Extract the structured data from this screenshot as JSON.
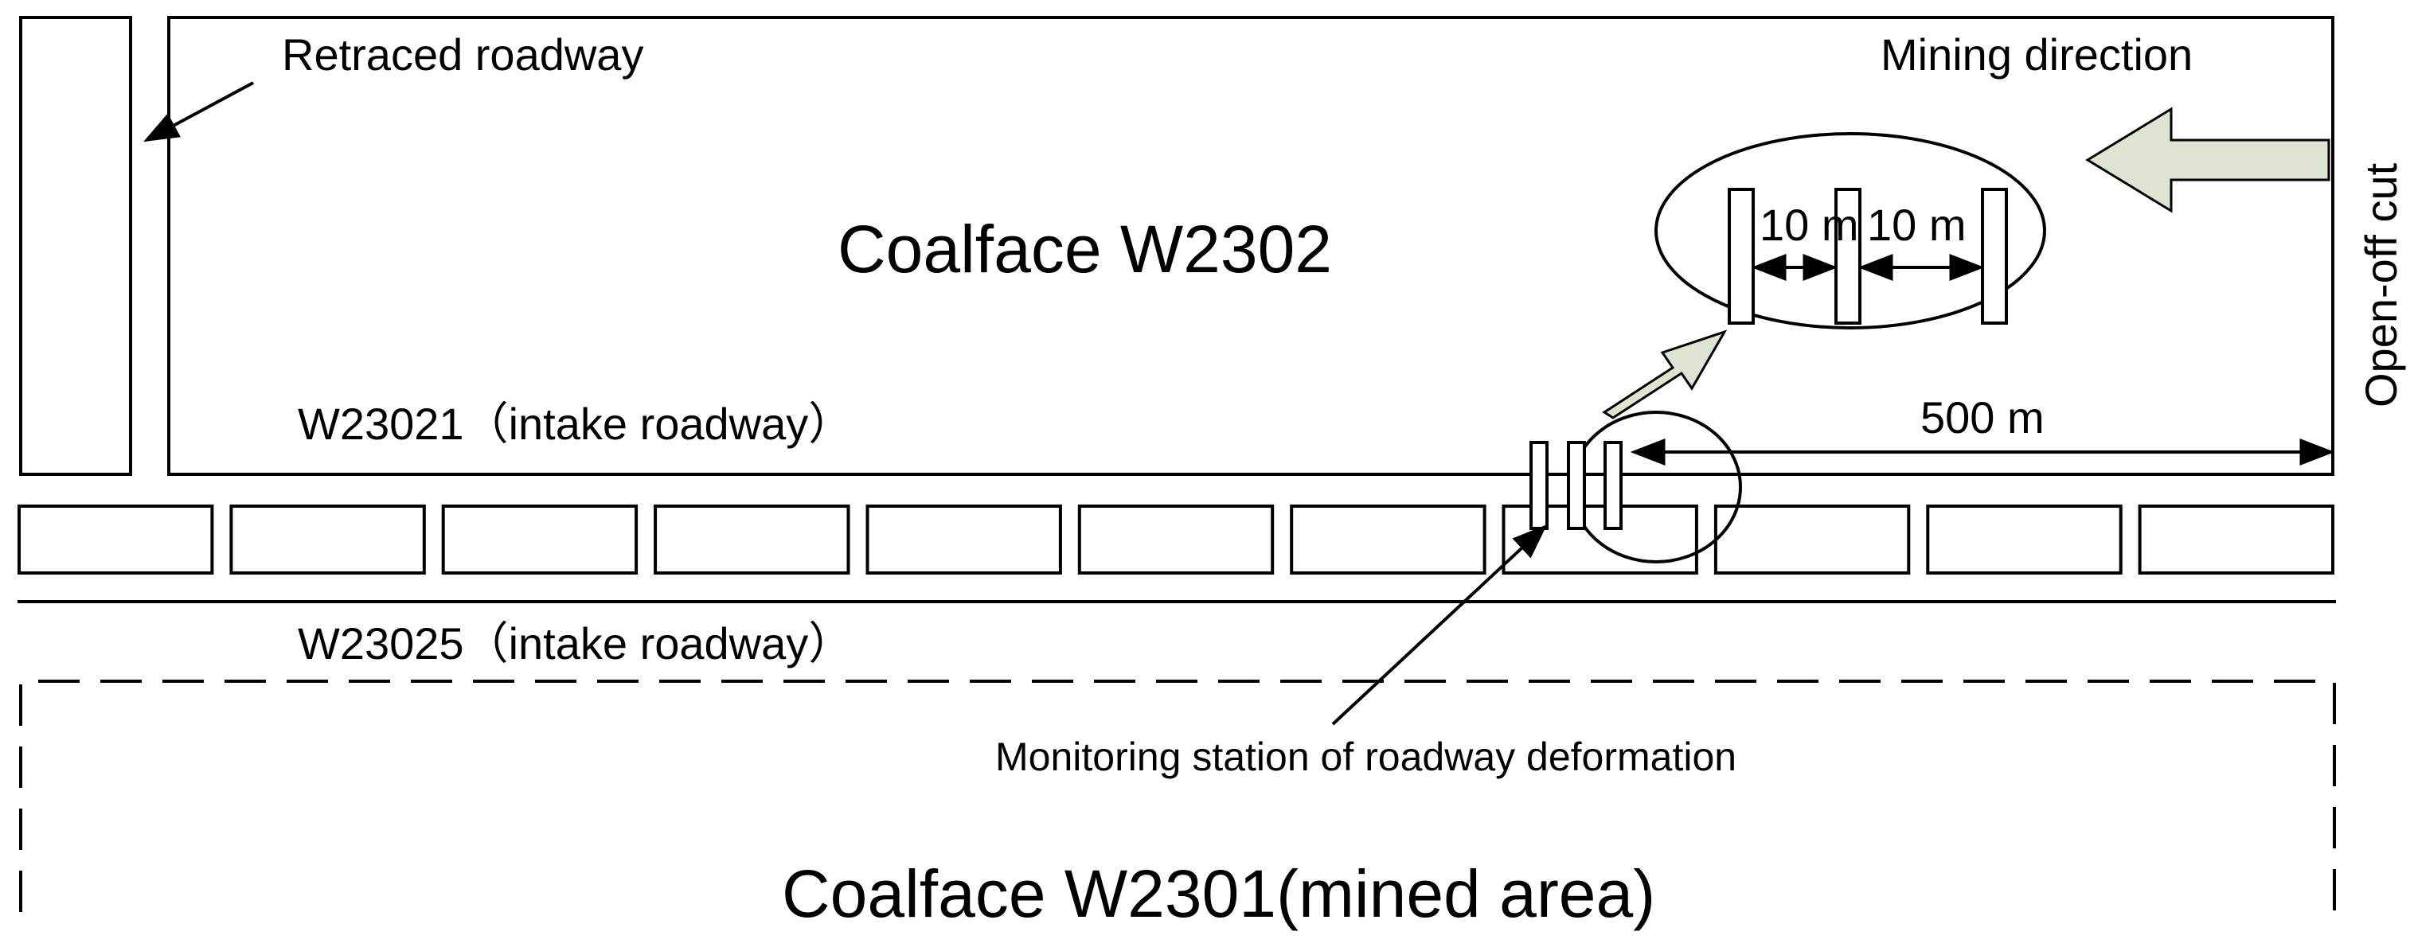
{
  "diagram": {
    "labels": {
      "retraced_roadway": "Retraced roadway",
      "mining_direction": "Mining direction",
      "open_off_cut": "Open-off cut",
      "coalface_w2302": "Coalface W2302",
      "spacing_left": "10 m",
      "spacing_right": "10 m",
      "w23021": "W23021（intake roadway）",
      "distance": "500 m",
      "w23025": "W23025（intake roadway）",
      "monitoring_station": "Monitoring station of roadway deformation",
      "coalface_w2301": "Coalface W2301(mined area)"
    },
    "colors": {
      "stroke": "#000000",
      "arrow_fill": "#dde5d2",
      "background": "#ffffff"
    },
    "pillar_count": 11
  }
}
